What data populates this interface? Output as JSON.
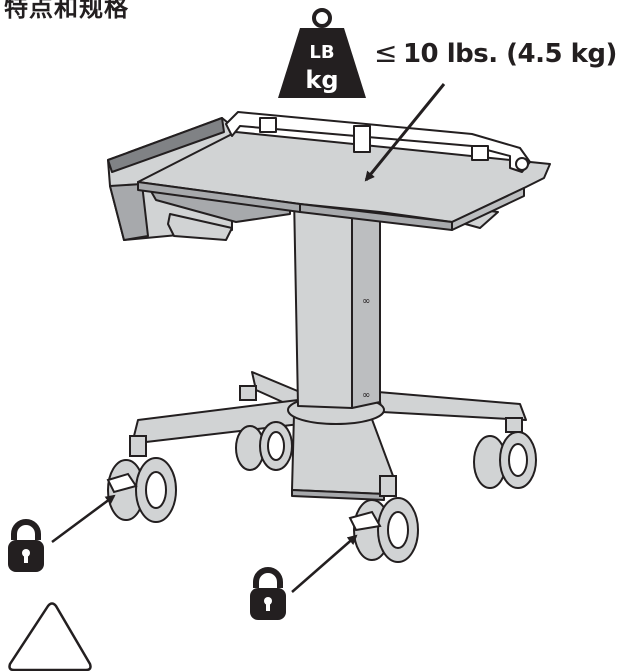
{
  "page": {
    "heading": "特点和规格"
  },
  "load_limit": {
    "icon_top_label": "LB",
    "icon_bottom_label": "kg",
    "symbol": "≤",
    "value_text": "10 lbs. (4.5 kg)"
  },
  "colors": {
    "line": "#231f20",
    "cart_fill": "#d1d3d4",
    "cart_shade": "#a7a9ac",
    "dark": "#231f20"
  },
  "icons": {
    "weight": "weight-icon",
    "lock": "padlock-icon",
    "caution": "caution-triangle-icon"
  }
}
